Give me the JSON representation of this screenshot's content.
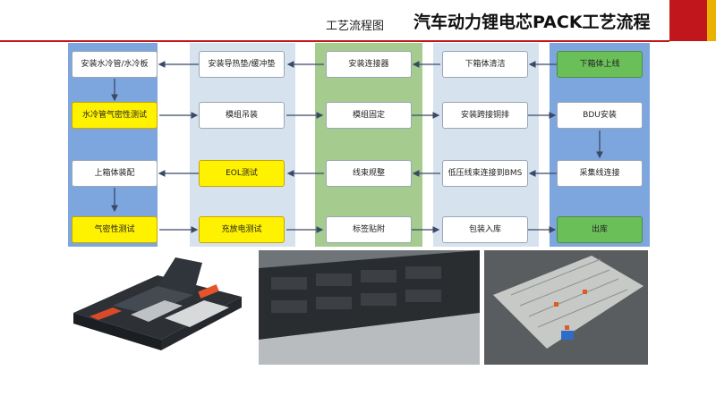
{
  "header": {
    "title": "汽车动力锂电芯PACK工艺流程",
    "subtitle": "工艺流程图",
    "accent_color": "#c0161c",
    "secondary_accent": "#e9b200"
  },
  "steps": {
    "r1": [
      "安装水冷管/水冷板",
      "安装导热垫/缓冲垫",
      "安装连接器",
      "下箱体清洁",
      "下箱体上线"
    ],
    "r2": [
      "水冷管气密性测试",
      "模组吊装",
      "模组固定",
      "安装跨接铜排",
      "BDU安装"
    ],
    "r3": [
      "上箱体装配",
      "EOL测试",
      "线束规整",
      "低压线束连接到BMS",
      "采集线连接"
    ],
    "r4": [
      "气密性测试",
      "充放电测试",
      "标签贴附",
      "包装入库",
      "出库"
    ]
  },
  "photos": [
    "battery-pack-render",
    "battery-modules-closeup",
    "battery-pack-open-tray"
  ]
}
